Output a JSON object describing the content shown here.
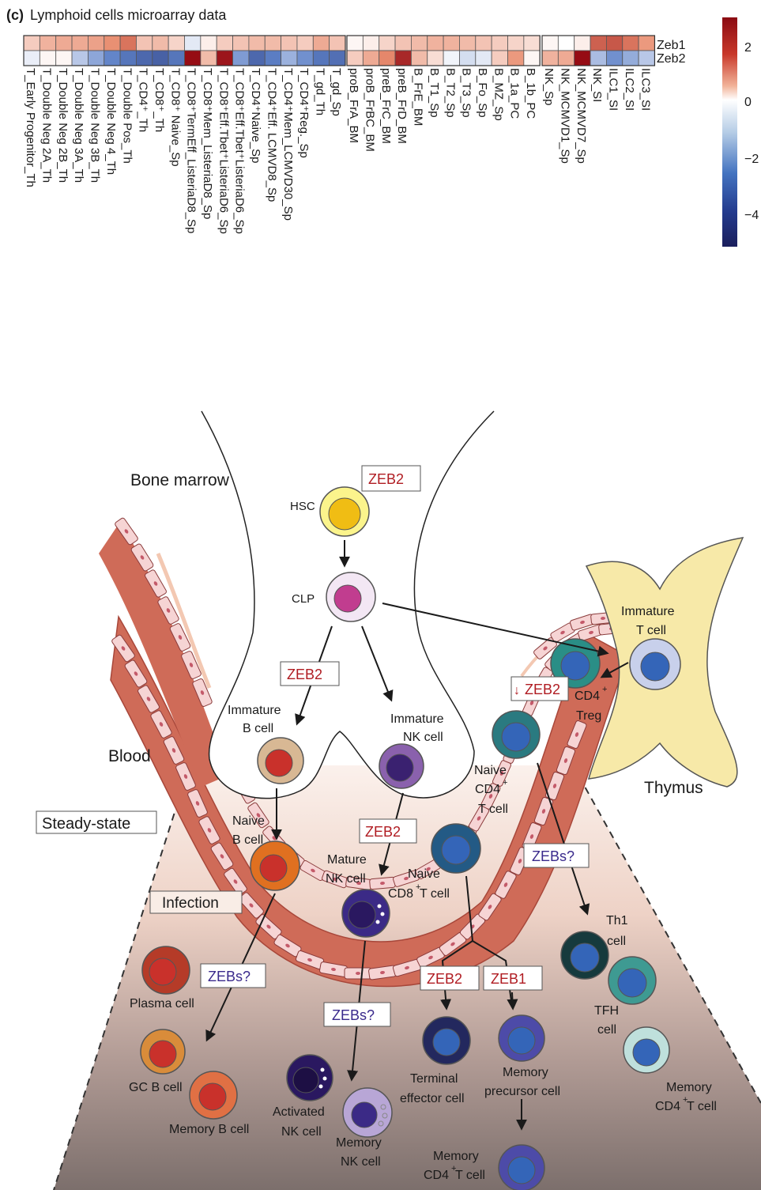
{
  "panel_label": "(c)",
  "panel_title": "Lymphoid cells microarray data",
  "heatmap": {
    "row_labels": [
      "Zeb1",
      "Zeb2"
    ],
    "colorbar_ticks": [
      "2",
      "0",
      "−2",
      "−4"
    ],
    "colorbar_range": [
      -5,
      2.7
    ],
    "groups": [
      {
        "columns": [
          "T_Early Progenitor_Th",
          "T_Double Neg 2A_Th",
          "T_Double Neg 2B_Th",
          "T_Double Neg 3A_Th",
          "T_Double Neg 3B_Th",
          "T_Double Neg 4_Th",
          "T_Double Pos_Th",
          "T_CD4⁺_Th",
          "T_CD8⁺_Th",
          "T_CD8⁺ Naive_Sp",
          "T_CD8⁺TermEff_ListeriaD8_Sp",
          "T_CD8⁺Mem_ListeriaD8_Sp",
          "T_CD8⁺Eff.Tbet⁺ListeriaD6_Sp",
          "T_CD8⁺Eff.Tbet⁺ListeriaD6_Sp",
          "T_CD4⁺Naive_Sp",
          "T_CD4⁺Eff. LCMVD8_Sp",
          "T_CD4⁺Mem_LCMVD30_Sp",
          "T_CD4⁺Reg._Sp",
          "T_gd_Th",
          "T_gd_Sp"
        ],
        "zeb1": [
          0.6,
          0.9,
          1.0,
          1.0,
          1.1,
          1.3,
          1.6,
          0.7,
          0.8,
          0.5,
          -0.4,
          0.2,
          0.6,
          0.7,
          0.8,
          0.8,
          0.7,
          0.6,
          1.0,
          0.7
        ],
        "zeb2": [
          -0.3,
          0.1,
          0.1,
          -1.0,
          -1.6,
          -2.2,
          -2.6,
          -3.0,
          -3.2,
          -2.6,
          3.5,
          0.8,
          2.6,
          -1.8,
          -3.0,
          -2.4,
          -1.4,
          -2.0,
          -2.6,
          -2.8
        ]
      },
      {
        "columns": [
          "proB_FrA_BM",
          "proB_FrBC_BM",
          "preB_FrC_BM",
          "preB_FrD_BM",
          "B_FrE_BM",
          "B_T1_Sp",
          "B_T2_Sp",
          "B_T3_Sp",
          "B_Fo_Sp",
          "B_MZ_Sp",
          "B_1a_PC",
          "B_1b_PC"
        ],
        "zeb1": [
          0.1,
          0.2,
          0.5,
          0.7,
          0.8,
          0.9,
          0.9,
          0.8,
          0.7,
          0.6,
          0.5,
          0.4
        ],
        "zeb2": [
          0.6,
          1.0,
          1.4,
          2.4,
          0.8,
          0.4,
          -0.2,
          -0.6,
          -0.4,
          0.6,
          1.2,
          0.1
        ]
      },
      {
        "columns": [
          "NK_Sp",
          "NK_MCMVD1_Sp",
          "NK_MCMVD7_Sp",
          "NK_SI",
          "ILC1_SI",
          "ILC2_SI",
          "ILC3_SI"
        ],
        "zeb1": [
          0.1,
          0.0,
          0.2,
          1.8,
          1.9,
          1.6,
          1.2
        ],
        "zeb2": [
          0.9,
          1.0,
          3.0,
          -1.2,
          -2.0,
          -1.5,
          -1.0
        ]
      }
    ]
  },
  "diagram": {
    "locations": {
      "bone_marrow": "Bone marrow",
      "blood": "Blood",
      "thymus": "Thymus",
      "steady_state": "Steady-state",
      "infection": "Infection"
    },
    "labels": {
      "hsc": "HSC",
      "clp": "CLP",
      "immature_b_1": "Immature",
      "immature_b_2": "B cell",
      "immature_nk_1": "Immature",
      "immature_nk_2": "NK cell",
      "immature_t_1": "Immature",
      "immature_t_2": "T cell",
      "cd4_treg_1": "CD4",
      "cd4_treg_2": "Treg",
      "naive_cd4_1": "Naive",
      "naive_cd4_2": "CD4",
      "naive_cd4_3": "T cell",
      "naive_b_1": "Naive",
      "naive_b_2": "B cell",
      "mature_nk_1": "Mature",
      "mature_nk_2": "NK cell",
      "naive_cd8_1": "Naive",
      "naive_cd8_2": "CD8",
      "naive_cd8_3": " T cell",
      "plasma": "Plasma cell",
      "gcb": "GC B cell",
      "memb": "Memory B cell",
      "act_nk_1": "Activated",
      "act_nk_2": "NK cell",
      "mem_nk_1": "Memory",
      "mem_nk_2": "NK cell",
      "term_eff_1": "Terminal",
      "term_eff_2": "effector cell",
      "mem_prec_1": "Memory",
      "mem_prec_2": "precursor cell",
      "mem_cd4_a_1": "Memory",
      "mem_cd4_a_2": "CD4",
      "mem_cd4_a_3": "  T cell",
      "th1_1": "Th1",
      "th1_2": "cell",
      "tfh_1": "TFH",
      "tfh_2": "cell",
      "mem_cd4_b_1": "Memory",
      "mem_cd4_b_2": "CD4",
      "mem_cd4_b_3": "  T cell",
      "sup_plus": "+"
    },
    "boxes": {
      "zeb2_hsc": "ZEB2",
      "zeb2_b": "ZEB2",
      "zeb2_treg": "ZEB2",
      "zeb2_nk": "ZEB2",
      "zebs_cd4": "ZEBs?",
      "zebs_b": "ZEBs?",
      "zebs_nk": "ZEBs?",
      "zeb2_cd8": "ZEB2",
      "zeb1_cd8": "ZEB1"
    },
    "colors": {
      "zeb_red": "#b01c22",
      "zebs_blue": "#3a2a8c",
      "vessel": "#cf6b58",
      "bone_marrow_bg": "#ffffff",
      "thymus": "#f7e9a8"
    }
  }
}
